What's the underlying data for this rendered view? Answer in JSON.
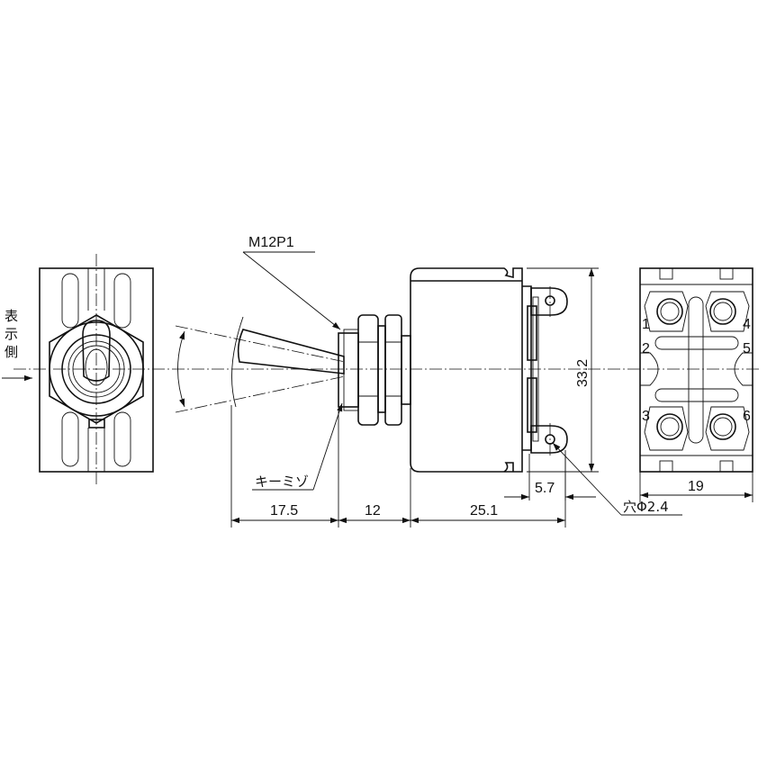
{
  "labels": {
    "thread": "M12P1",
    "keyway": "キーミゾ",
    "display_side": [
      "表",
      "示",
      "側"
    ],
    "hole": "穴Φ2.4"
  },
  "dimensions": {
    "lever_length": "17.5",
    "bushing_length": "12",
    "body_length": "25.1",
    "terminal_offset": "5.7",
    "body_height": "33.2",
    "body_width": "19"
  },
  "terminals": [
    "1",
    "2",
    "3",
    "4",
    "5",
    "6"
  ]
}
